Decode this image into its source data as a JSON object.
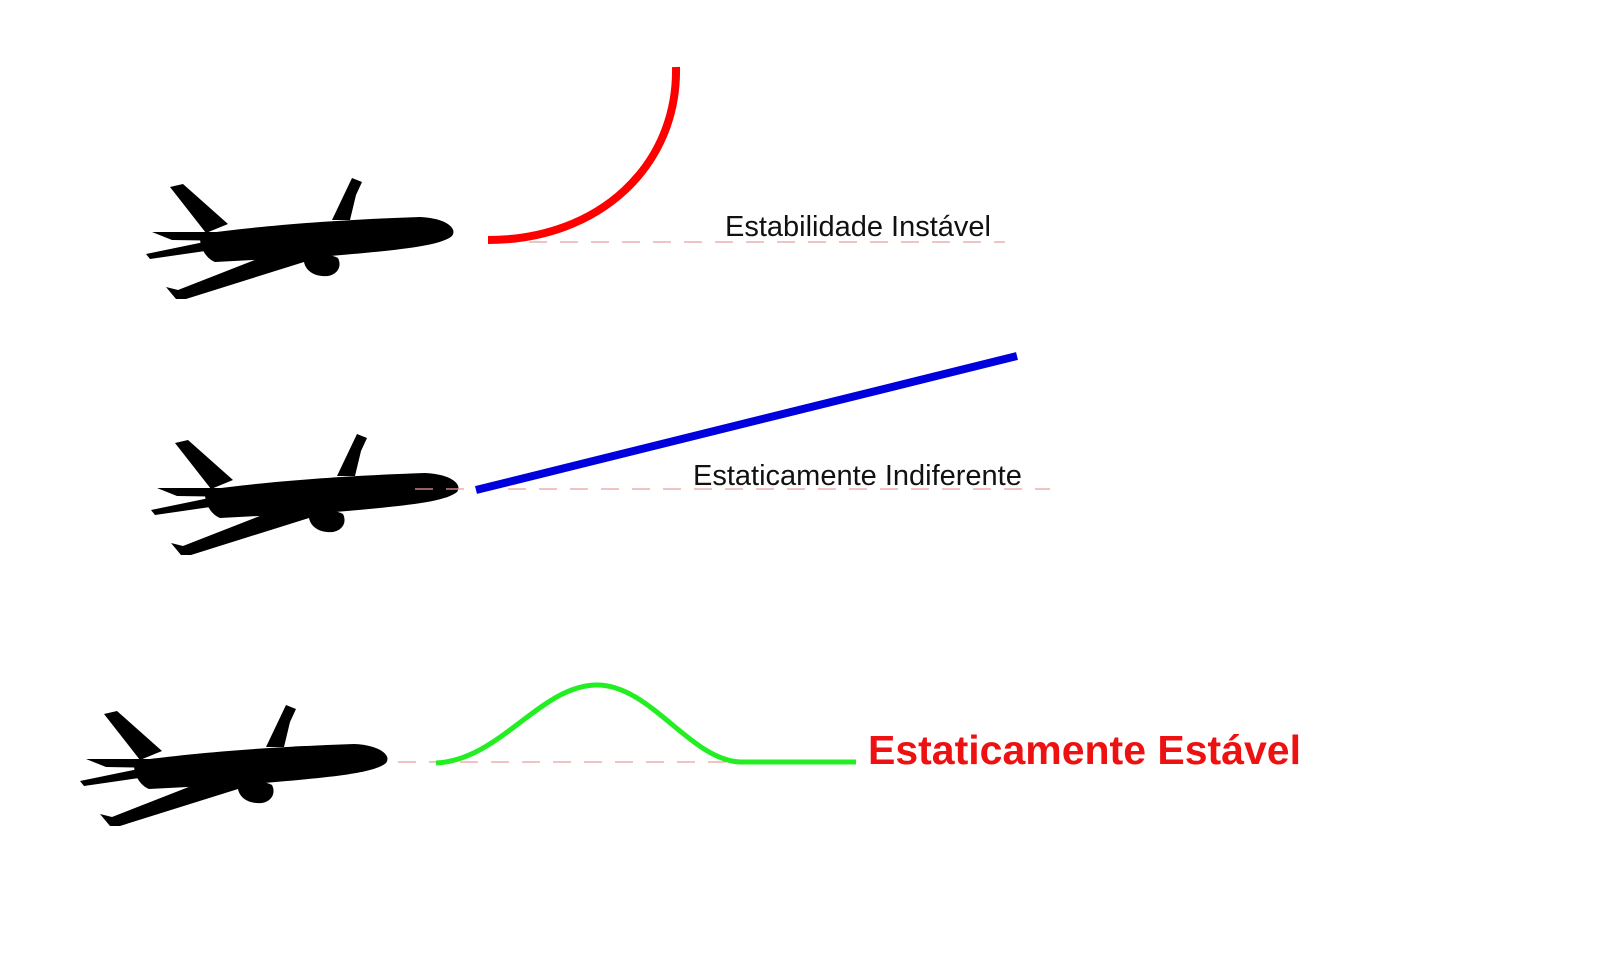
{
  "diagram": {
    "colors": {
      "unstable": "#ff0000",
      "indifferent": "#0000dd",
      "stable": "#22ee22",
      "stable_label": "#ee1111",
      "guide_line": "#e8a0a0"
    },
    "rows": [
      {
        "id": "unstable",
        "label": "Estabilidade Instável",
        "icon": "airplane-icon"
      },
      {
        "id": "indifferent",
        "label": "Estaticamente Indiferente",
        "icon": "airplane-icon"
      },
      {
        "id": "stable",
        "label": "Estaticamente Estável",
        "icon": "airplane-icon"
      }
    ]
  }
}
